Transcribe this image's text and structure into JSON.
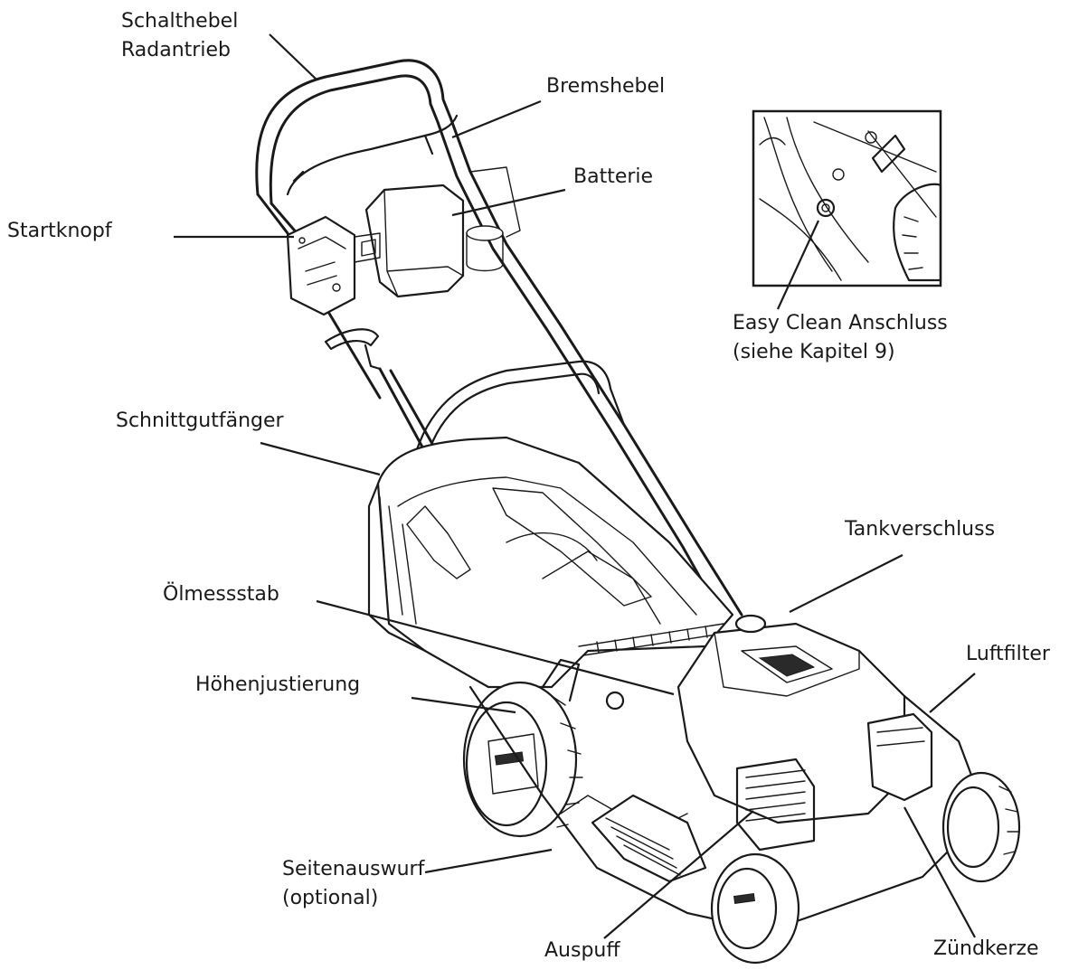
{
  "labels": {
    "schalthebel_l1": "Schalthebel",
    "schalthebel_l2": "Radantrieb",
    "bremshebel": "Bremshebel",
    "batterie": "Batterie",
    "startknopf": "Startknopf",
    "easy_clean_l1": "Easy Clean Anschluss",
    "easy_clean_l2": "(siehe Kapitel 9)",
    "schnittgutfaenger": "Schnittgutfänger",
    "tankverschluss": "Tankverschluss",
    "oelmessstab": "Ölmessstab",
    "luftfilter": "Luftfilter",
    "hoehenjustierung": "Höhenjustierung",
    "seitenauswurf_l1": "Seitenauswurf",
    "seitenauswurf_l2": "(optional)",
    "auspuff": "Auspuff",
    "zuendkerze": "Zündkerze"
  },
  "icons": {
    "mower": "lawn-mower-line-drawing",
    "detail": "easy-clean-connector-detail"
  },
  "colors": {
    "ink": "#1a1a1a",
    "background": "#ffffff"
  }
}
